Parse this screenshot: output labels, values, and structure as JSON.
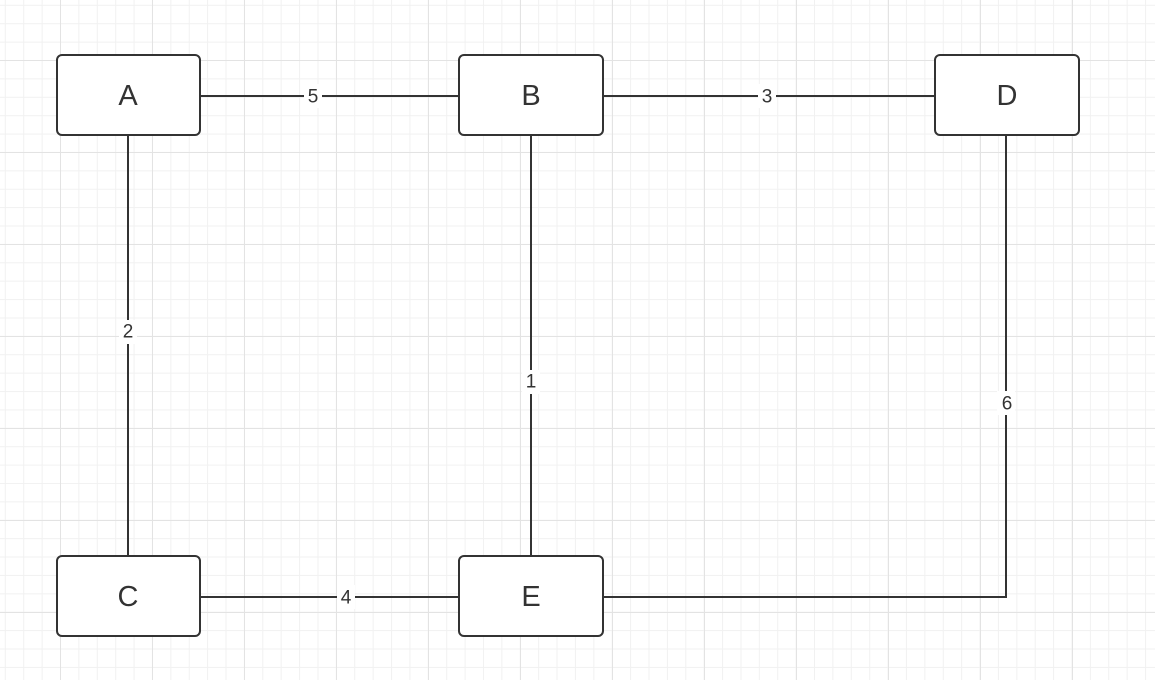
{
  "nodes": {
    "A": {
      "label": "A"
    },
    "B": {
      "label": "B"
    },
    "C": {
      "label": "C"
    },
    "D": {
      "label": "D"
    },
    "E": {
      "label": "E"
    }
  },
  "edges": {
    "A_B": {
      "from": "A",
      "to": "B",
      "weight": "5"
    },
    "B_D": {
      "from": "B",
      "to": "D",
      "weight": "3"
    },
    "A_C": {
      "from": "A",
      "to": "C",
      "weight": "2"
    },
    "B_E": {
      "from": "B",
      "to": "E",
      "weight": "1"
    },
    "C_E": {
      "from": "C",
      "to": "E",
      "weight": "4"
    },
    "E_D": {
      "from": "E",
      "to": "D",
      "weight": "6"
    }
  },
  "colors": {
    "stroke": "#333333",
    "grid_major": "#e3e3e3",
    "grid_minor": "#f1f1f1",
    "background": "#ffffff"
  }
}
